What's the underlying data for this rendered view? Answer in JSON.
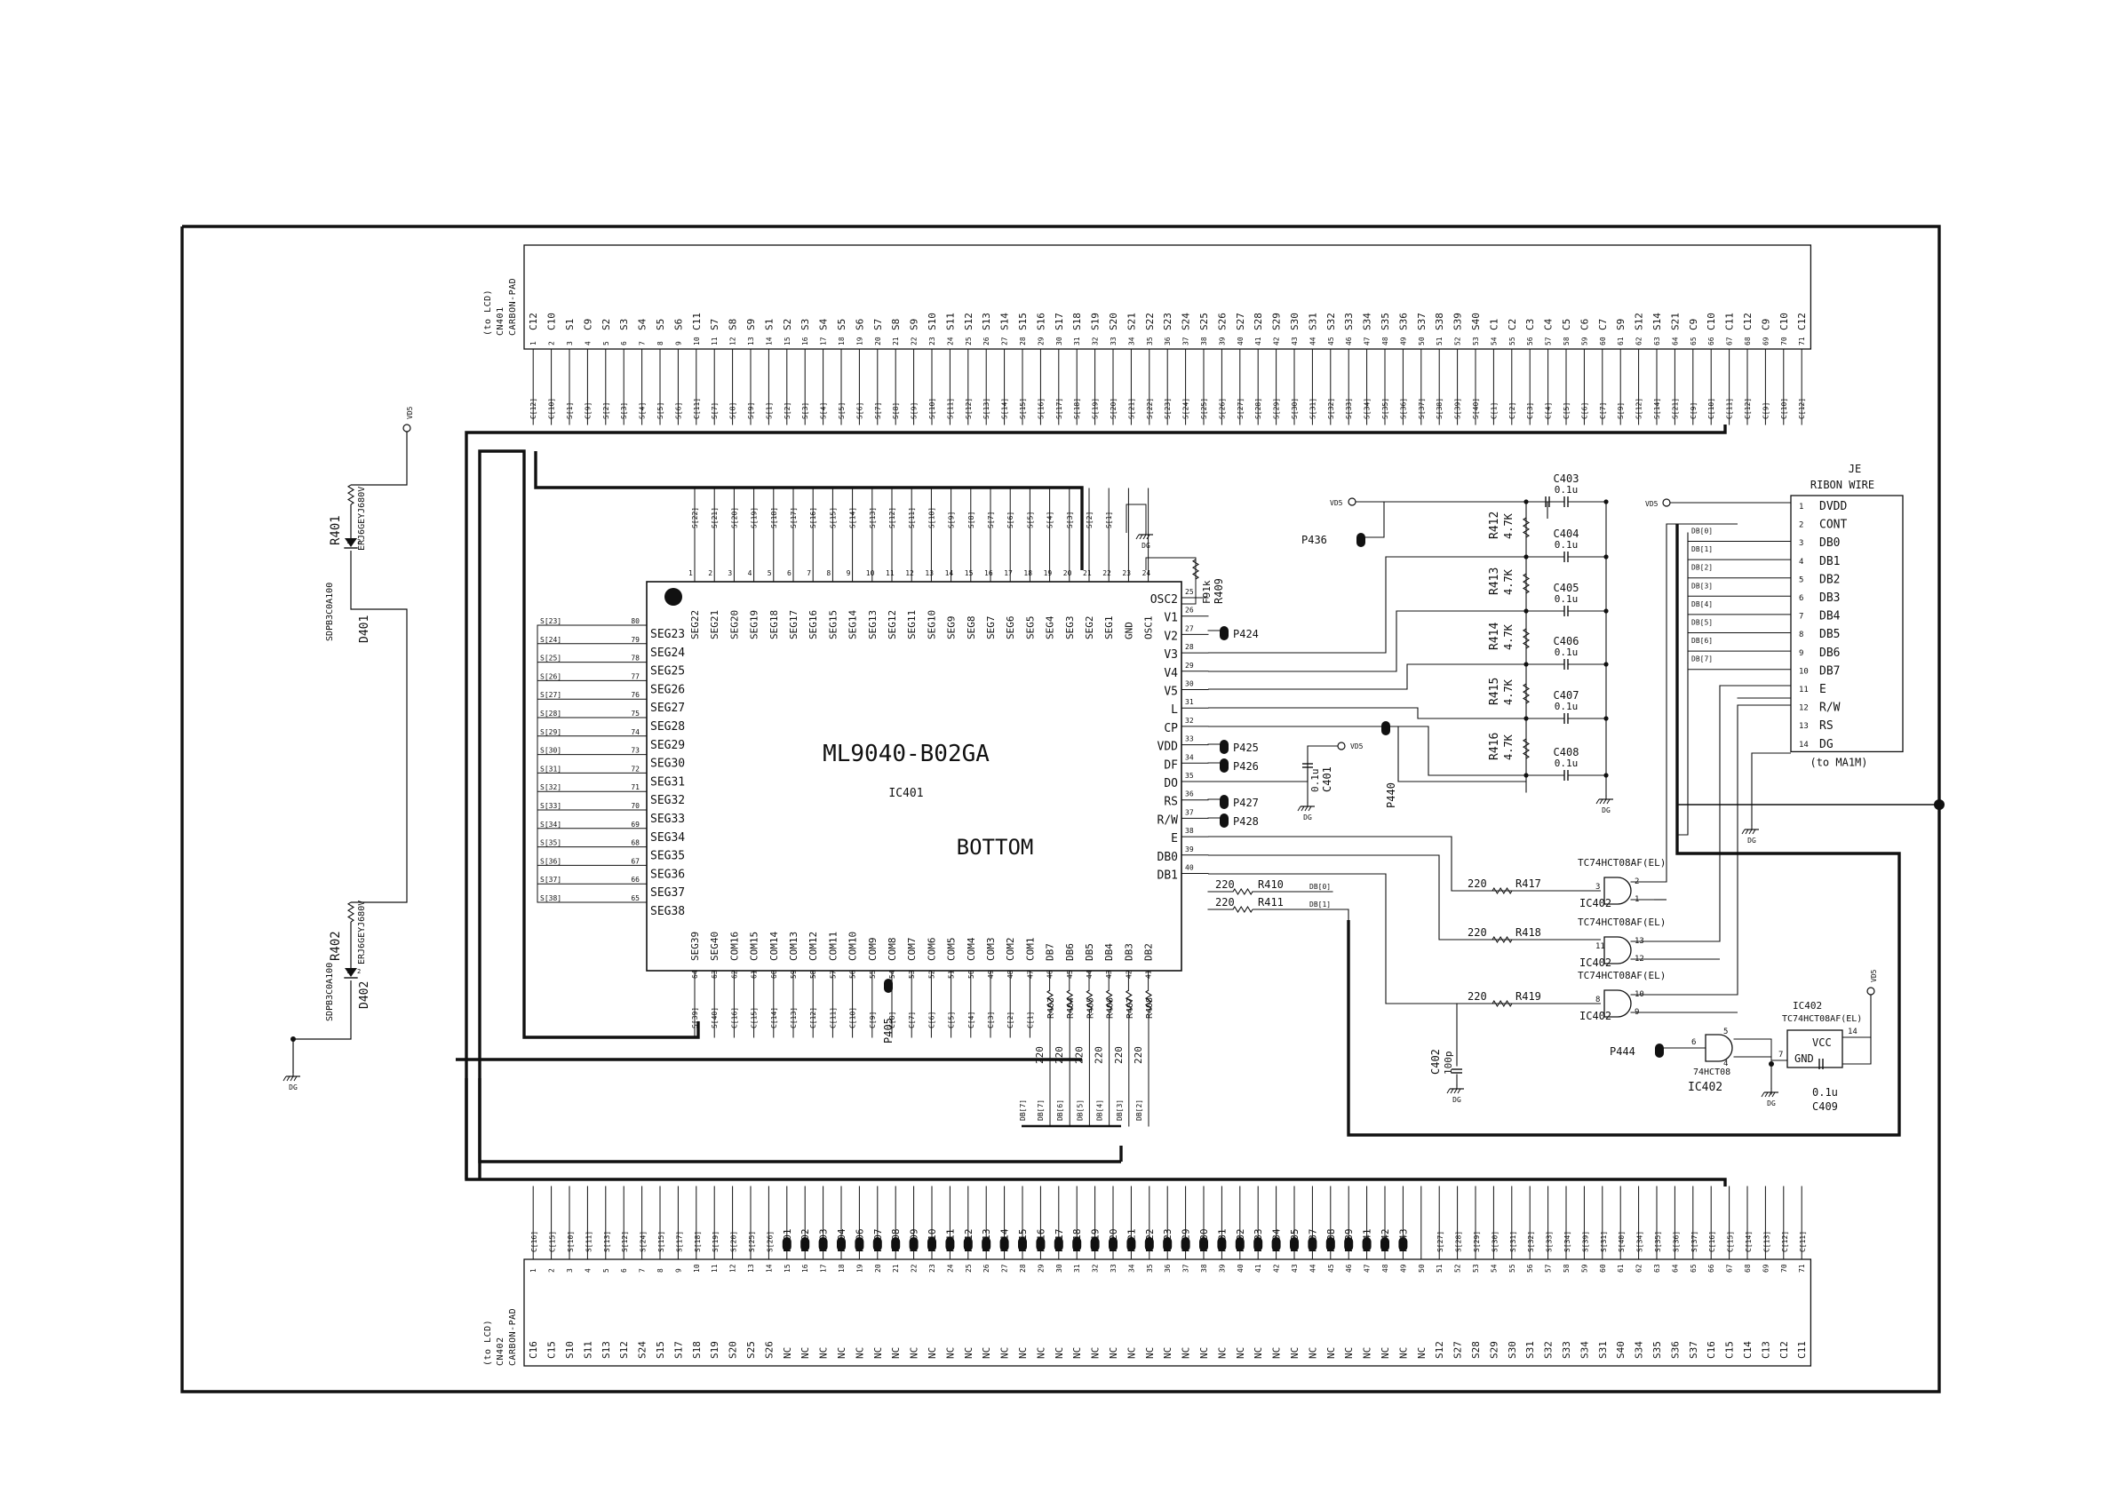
{
  "connectors": {
    "cn401": {
      "title_lines": [
        "(to LCD)",
        "CN401",
        "CARBON-PAD"
      ],
      "pins": [
        "C12",
        "C10",
        "S1",
        "C9",
        "S2",
        "S3",
        "S4",
        "S5",
        "S6",
        "C11",
        "S7",
        "S8",
        "S9",
        "S1",
        "S2",
        "S3",
        "S4",
        "S5",
        "S6",
        "S7",
        "S8",
        "S9",
        "S10",
        "S11",
        "S12",
        "S13",
        "S14",
        "S15",
        "S16",
        "S17",
        "S18",
        "S19",
        "S20",
        "S21",
        "S22",
        "S23",
        "S24",
        "S25",
        "S26",
        "S27",
        "S28",
        "S29",
        "S30",
        "S31",
        "S32",
        "S33",
        "S34",
        "S35",
        "S36",
        "S37",
        "S38",
        "S39",
        "S40",
        "C1",
        "C2",
        "C3",
        "C4",
        "C5",
        "C6",
        "C7",
        "S9",
        "S12",
        "S14",
        "S21",
        "C9",
        "C10",
        "C11",
        "C12",
        "C9",
        "C10",
        "C12"
      ],
      "signals": [
        "C[12]",
        "C[10]",
        "S[1]",
        "C[9]",
        "S[2]",
        "S[3]",
        "S[4]",
        "S[5]",
        "S[6]",
        "C[11]",
        "S[7]",
        "S[8]",
        "S[9]",
        "S[1]",
        "S[2]",
        "S[3]",
        "S[4]",
        "S[5]",
        "S[6]",
        "S[7]",
        "S[8]",
        "S[9]",
        "S[10]",
        "S[11]",
        "S[12]",
        "S[13]",
        "S[14]",
        "S[15]",
        "S[16]",
        "S[17]",
        "S[18]",
        "S[19]",
        "S[20]",
        "S[21]",
        "S[22]",
        "S[23]",
        "S[24]",
        "S[25]",
        "S[26]",
        "S[27]",
        "S[28]",
        "S[29]",
        "S[30]",
        "S[31]",
        "S[32]",
        "S[33]",
        "S[34]",
        "S[35]",
        "S[36]",
        "S[37]",
        "S[38]",
        "S[39]",
        "S[40]",
        "C[1]",
        "C[2]",
        "C[3]",
        "C[4]",
        "C[5]",
        "C[6]",
        "C[7]",
        "S[9]",
        "S[12]",
        "S[14]",
        "S[21]",
        "C[9]",
        "C[10]",
        "C[11]",
        "C[12]",
        "C[9]",
        "C[10]",
        "C[12]"
      ]
    },
    "cn402": {
      "title_lines": [
        "(to LCD)",
        "CN402",
        "CARBON-PAD"
      ],
      "pins": [
        "C16",
        "C15",
        "S10",
        "S11",
        "S13",
        "S12",
        "S24",
        "S15",
        "S17",
        "S18",
        "S19",
        "S20",
        "S25",
        "S26",
        "NC",
        "NC",
        "NC",
        "NC",
        "NC",
        "NC",
        "NC",
        "NC",
        "NC",
        "NC",
        "NC",
        "NC",
        "NC",
        "NC",
        "NC",
        "NC",
        "NC",
        "NC",
        "NC",
        "NC",
        "NC",
        "NC",
        "NC",
        "NC",
        "NC",
        "NC",
        "NC",
        "NC",
        "NC",
        "NC",
        "NC",
        "NC",
        "NC",
        "NC",
        "NC",
        "NC",
        "S12",
        "S27",
        "S28",
        "S29",
        "S30",
        "S31",
        "S32",
        "S33",
        "S34",
        "S31",
        "S40",
        "S34",
        "S35",
        "S36",
        "S37",
        "C16",
        "C15",
        "C14",
        "C13",
        "C12",
        "C11"
      ],
      "signals": [
        "C[16]",
        "C[15]",
        "S[10]",
        "S[11]",
        "S[13]",
        "S[12]",
        "S[24]",
        "S[15]",
        "S[17]",
        "S[18]",
        "S[19]",
        "S[20]",
        "S[25]",
        "S[26]",
        "P401",
        "P402",
        "P403",
        "P404",
        "P406",
        "P407",
        "P408",
        "P409",
        "P410",
        "P411",
        "P412",
        "P413",
        "P414",
        "P415",
        "P416",
        "P417",
        "P418",
        "P419",
        "P420",
        "P421",
        "P422",
        "P423",
        "P429",
        "P430",
        "P431",
        "P432",
        "P433",
        "P434",
        "P435",
        "P437",
        "P438",
        "P439",
        "P441",
        "P442",
        "P443",
        "",
        "S[27]",
        "S[28]",
        "S[29]",
        "S[30]",
        "S[31]",
        "S[32]",
        "S[33]",
        "S[34]",
        "S[39]",
        "S[31]",
        "S[40]",
        "S[34]",
        "S[35]",
        "S[36]",
        "S[37]",
        "C[16]",
        "C[15]",
        "C[14]",
        "C[13]",
        "C[12]",
        "C[11]"
      ]
    },
    "ribbon": {
      "title": "JE",
      "subtitle": "RIBON WIRE",
      "footer": "(to MA1M)",
      "pins": [
        "DVDD",
        "CONT",
        "DB0",
        "DB1",
        "DB2",
        "DB3",
        "DB4",
        "DB5",
        "DB6",
        "DB7",
        "E",
        "R/W",
        "RS",
        "DG"
      ],
      "wire_labels": [
        "DB[0]",
        "DB[1]",
        "DB[2]",
        "DB[3]",
        "DB[4]",
        "DB[5]",
        "DB[6]",
        "DB[7]"
      ]
    }
  },
  "ic401": {
    "part": "ML9040-B02GA",
    "ref": "IC401",
    "side": "BOTTOM",
    "top_pins": [
      "SEG22",
      "SEG21",
      "SEG20",
      "SEG19",
      "SEG18",
      "SEG17",
      "SEG16",
      "SEG15",
      "SEG14",
      "SEG13",
      "SEG12",
      "SEG11",
      "SEG10",
      "SEG9",
      "SEG8",
      "SEG7",
      "SEG6",
      "SEG5",
      "SEG4",
      "SEG3",
      "SEG2",
      "SEG1",
      "GND",
      "OSC1"
    ],
    "top_signals": [
      "S[22]",
      "S[21]",
      "S[20]",
      "S[19]",
      "S[18]",
      "S[17]",
      "S[16]",
      "S[15]",
      "S[14]",
      "S[13]",
      "S[12]",
      "S[11]",
      "S[10]",
      "S[9]",
      "S[8]",
      "S[7]",
      "S[6]",
      "S[5]",
      "S[4]",
      "S[3]",
      "S[2]",
      "S[1]"
    ],
    "left_pins": [
      "SEG23",
      "SEG24",
      "SEG25",
      "SEG26",
      "SEG27",
      "SEG28",
      "SEG29",
      "SEG30",
      "SEG31",
      "SEG32",
      "SEG33",
      "SEG34",
      "SEG35",
      "SEG36",
      "SEG37",
      "SEG38"
    ],
    "left_pin_numbers": [
      "80",
      "79",
      "78",
      "77",
      "76",
      "75",
      "74",
      "73",
      "72",
      "71",
      "70",
      "69",
      "68",
      "67",
      "66",
      "65"
    ],
    "left_signals": [
      "S[23]",
      "S[24]",
      "S[25]",
      "S[26]",
      "S[27]",
      "S[28]",
      "S[29]",
      "S[30]",
      "S[31]",
      "S[32]",
      "S[33]",
      "S[34]",
      "S[35]",
      "S[36]",
      "S[37]",
      "S[38]"
    ],
    "right_pins": [
      "OSC2",
      "V1",
      "V2",
      "V3",
      "V4",
      "V5",
      "L",
      "CP",
      "VDD",
      "DF",
      "DO",
      "RS",
      "R/W",
      "E",
      "DB0",
      "DB1"
    ],
    "right_pin_numbers": [
      "25",
      "26",
      "27",
      "28",
      "29",
      "30",
      "31",
      "32",
      "33",
      "34",
      "35",
      "36",
      "37",
      "38",
      "39",
      "40"
    ],
    "bottom_pins": [
      "SEG39",
      "SEG40",
      "COM16",
      "COM15",
      "COM14",
      "COM13",
      "COM12",
      "COM11",
      "COM10",
      "COM9",
      "COM8",
      "COM7",
      "COM6",
      "COM5",
      "COM4",
      "COM3",
      "COM2",
      "COM1",
      "DB7",
      "DB6",
      "DB5",
      "DB4",
      "DB3",
      "DB2"
    ],
    "bottom_pin_numbers": [
      "64",
      "63",
      "62",
      "61",
      "60",
      "59",
      "58",
      "57",
      "56",
      "55",
      "54",
      "53",
      "52",
      "51",
      "50",
      "49",
      "48",
      "47",
      "46",
      "45",
      "44",
      "43",
      "42",
      "41"
    ],
    "bottom_signals": [
      "S[39]",
      "S[40]",
      "C[16]",
      "C[15]",
      "C[14]",
      "C[13]",
      "C[12]",
      "C[11]",
      "C[10]",
      "C[9]",
      "C[8]",
      "C[7]",
      "C[6]",
      "C[5]",
      "C[4]",
      "C[3]",
      "C[2]",
      "C[1]"
    ]
  },
  "components": {
    "resistors": [
      {
        "ref": "R401",
        "value": "ERJ6GEYJ680V"
      },
      {
        "ref": "R402",
        "value": "ERJ6GEYJ680V"
      },
      {
        "ref": "R409",
        "value": "F91k"
      },
      {
        "ref": "R410",
        "value": "220"
      },
      {
        "ref": "R411",
        "value": "220"
      },
      {
        "ref": "R412",
        "value": "4.7K"
      },
      {
        "ref": "R413",
        "value": "4.7K"
      },
      {
        "ref": "R414",
        "value": "4.7K"
      },
      {
        "ref": "R415",
        "value": "4.7K"
      },
      {
        "ref": "R416",
        "value": "4.7K"
      },
      {
        "ref": "R417",
        "value": "220"
      },
      {
        "ref": "R418",
        "value": "220"
      },
      {
        "ref": "R419",
        "value": "220"
      },
      {
        "ref": "R403",
        "value": "220"
      },
      {
        "ref": "R404",
        "value": "220"
      },
      {
        "ref": "R405",
        "value": "220"
      },
      {
        "ref": "R406",
        "value": "220"
      },
      {
        "ref": "R407",
        "value": "220"
      },
      {
        "ref": "R408",
        "value": "220"
      }
    ],
    "capacitors": [
      {
        "ref": "C401",
        "value": "0.1u"
      },
      {
        "ref": "C402",
        "value": "100p"
      },
      {
        "ref": "C403",
        "value": "0.1u"
      },
      {
        "ref": "C404",
        "value": "0.1u"
      },
      {
        "ref": "C405",
        "value": "0.1u"
      },
      {
        "ref": "C406",
        "value": "0.1u"
      },
      {
        "ref": "C407",
        "value": "0.1u"
      },
      {
        "ref": "C408",
        "value": "0.1u"
      },
      {
        "ref": "C409",
        "value": "0.1u"
      }
    ],
    "diodes": [
      {
        "ref": "D401",
        "part": "SDPB3C0A100"
      },
      {
        "ref": "D402",
        "part": "SDPB3C0A100"
      }
    ],
    "test_points": [
      "P424",
      "P425",
      "P426",
      "P427",
      "P428",
      "P436",
      "P440",
      "P444",
      "P405"
    ],
    "gates": {
      "ic402_label": "IC402",
      "ic402_part": "TC74HCT08AF(EL)",
      "ic402_part_short": "74HCT08",
      "vcc": "VCC",
      "gnd": "GND",
      "pin_numbers_g1": [
        "3",
        "2",
        "1"
      ],
      "pin_numbers_g2": [
        "11",
        "13",
        "12"
      ],
      "pin_numbers_g3": [
        "8",
        "10",
        "9"
      ],
      "pin_numbers_g4": [
        "6",
        "5",
        "4"
      ],
      "vcc_pin": "14",
      "gnd_pin": "7"
    }
  },
  "nets": {
    "vd5": "VD5",
    "dg": "DG"
  }
}
